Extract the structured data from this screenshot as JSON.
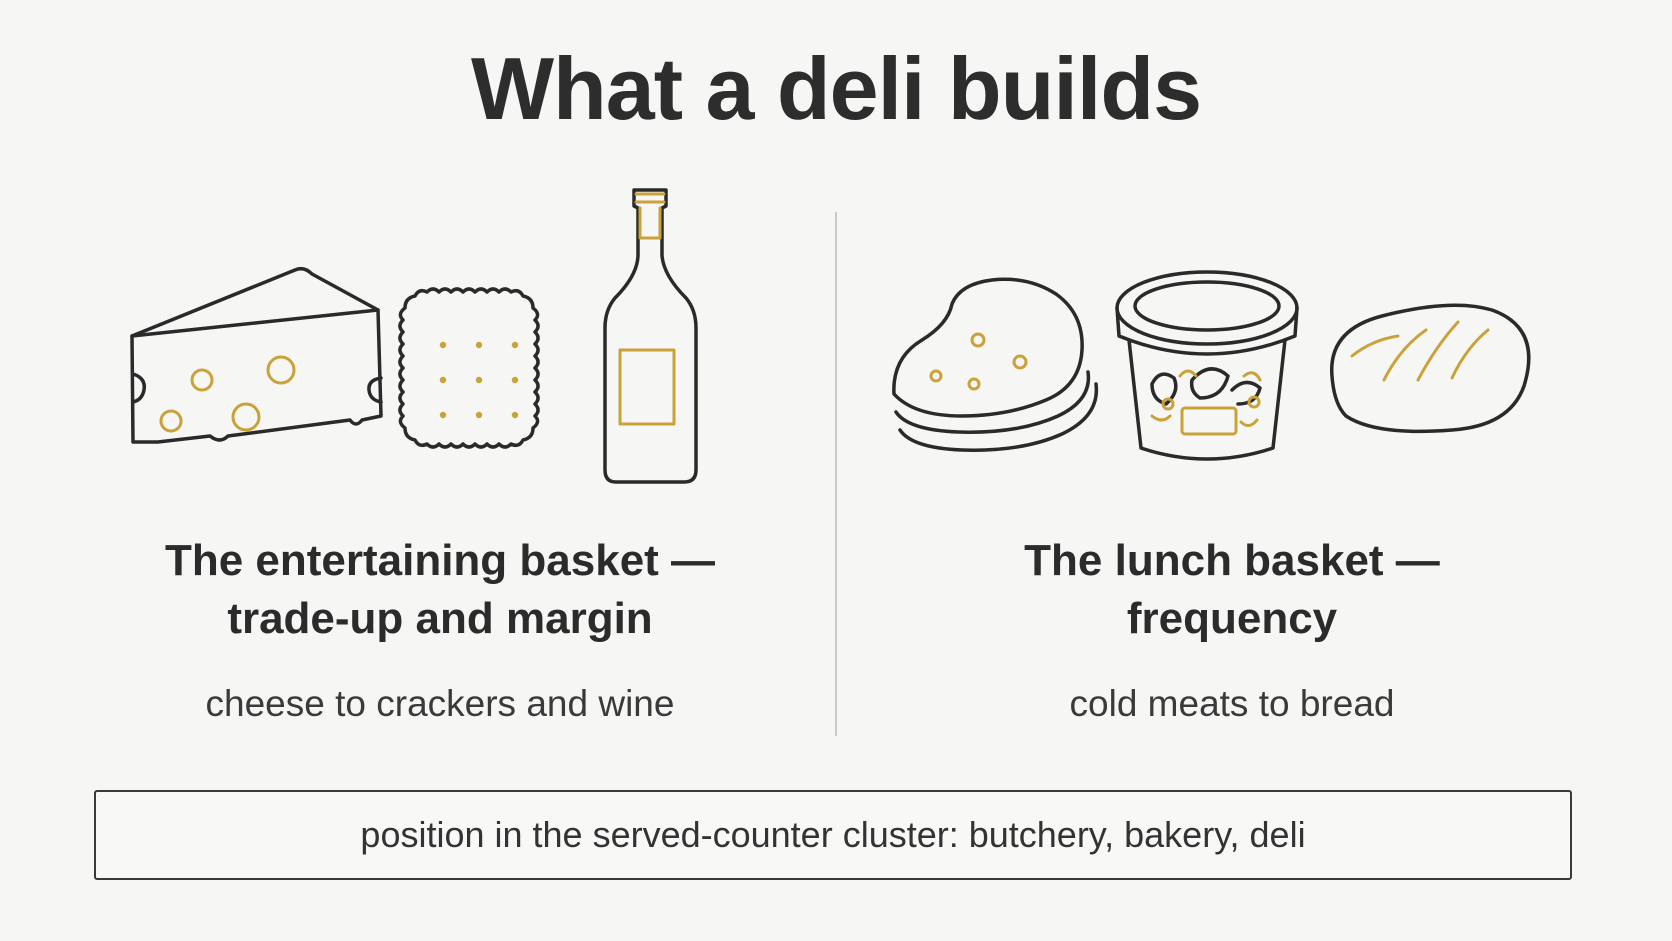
{
  "title": "What a deli builds",
  "left": {
    "heading_line1": "The entertaining basket —",
    "heading_line2": "trade-up and margin",
    "subtitle": "cheese to crackers and wine",
    "icons": [
      "cheese-icon",
      "cracker-icon",
      "wine-bottle-icon"
    ]
  },
  "right": {
    "heading_line1": "The lunch basket —",
    "heading_line2": "frequency",
    "subtitle": "cold meats to bread",
    "icons": [
      "sliced-meat-icon",
      "salad-tub-icon",
      "bread-loaf-icon"
    ]
  },
  "footer": {
    "text": "position in the served-counter cluster: butchery, bakery, deli"
  },
  "colors": {
    "ink": "#2a2a2a",
    "accent_gold": "#c9a23a",
    "background": "#f6f6f5",
    "divider": "#c9c9c9"
  }
}
